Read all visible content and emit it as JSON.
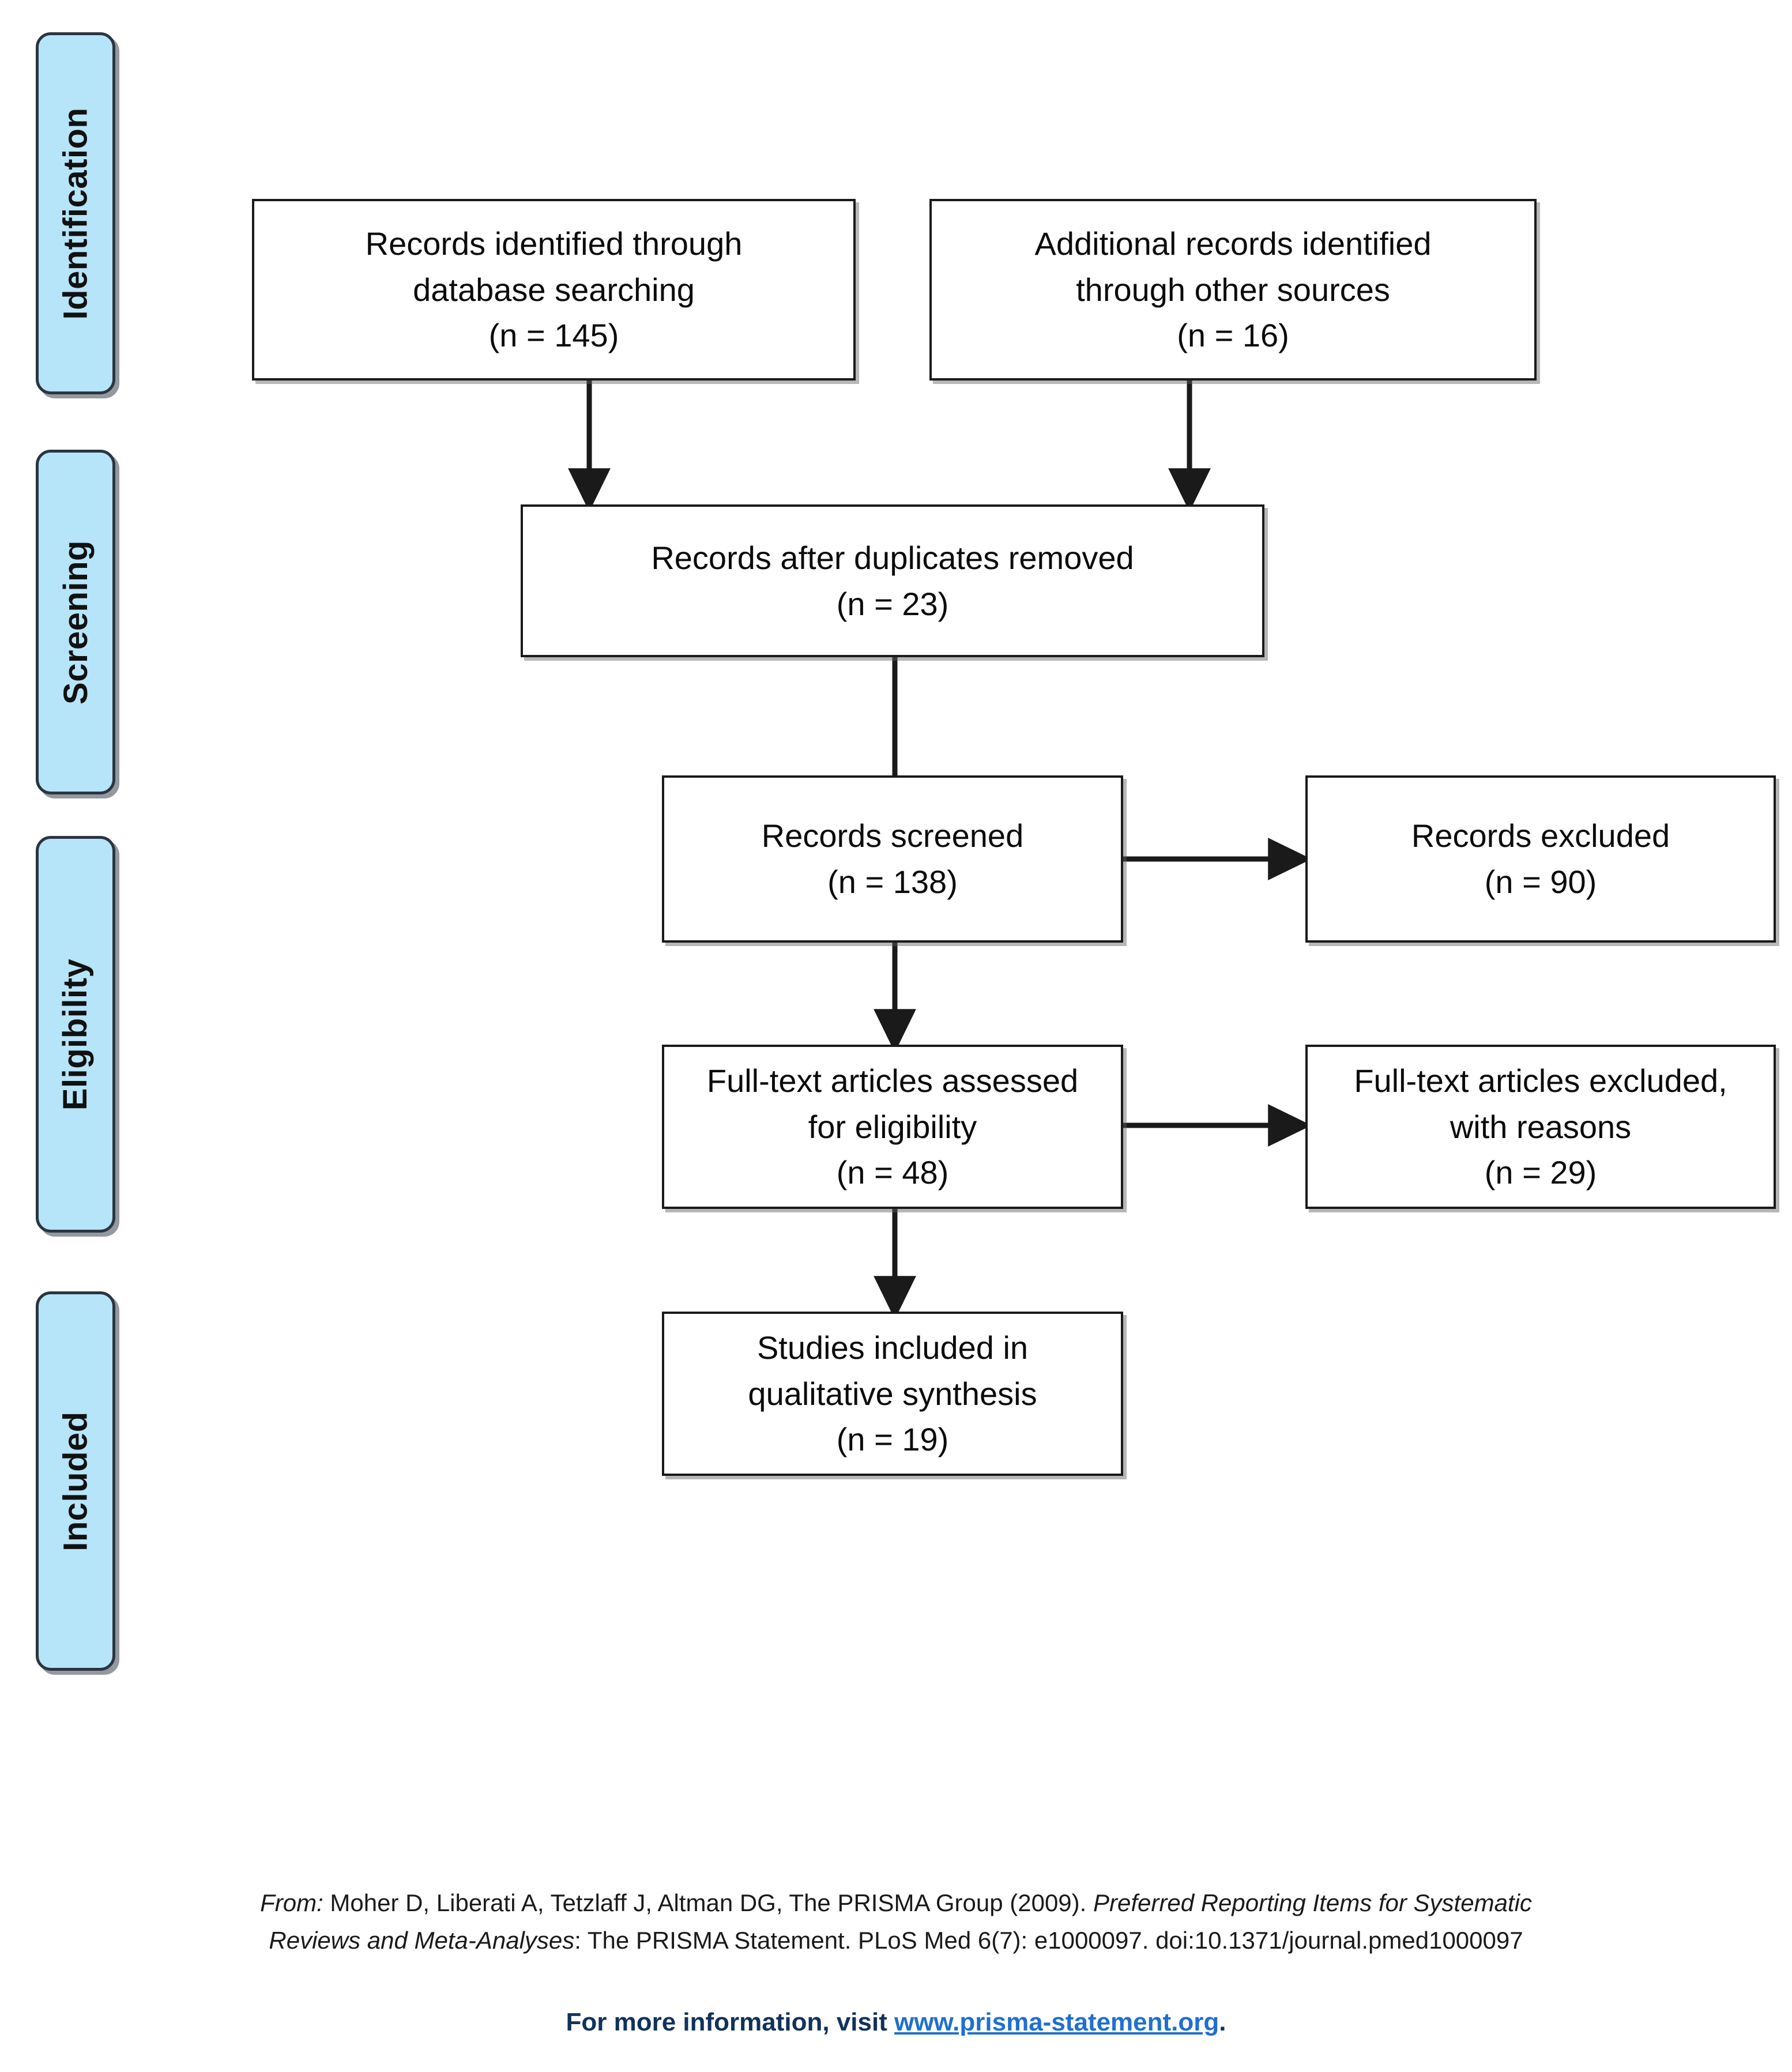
{
  "diagram": {
    "type": "prisma-flow-diagram",
    "stages": [
      {
        "id": "identification",
        "label": "Identification"
      },
      {
        "id": "screening",
        "label": "Screening"
      },
      {
        "id": "eligibility",
        "label": "Eligibility"
      },
      {
        "id": "included",
        "label": "Included"
      }
    ],
    "boxes": [
      {
        "id": "records-database",
        "lines": [
          "Records identified through",
          "database searching",
          "(n = 145)"
        ]
      },
      {
        "id": "records-other-sources",
        "lines": [
          "Additional records identified",
          "through other sources",
          "(n = 16)"
        ]
      },
      {
        "id": "records-duplicates-removed",
        "lines": [
          "Records after duplicates removed",
          "(n = 23)"
        ]
      },
      {
        "id": "records-screened",
        "lines": [
          "Records screened",
          "(n = 138)"
        ]
      },
      {
        "id": "records-excluded",
        "lines": [
          "Records excluded",
          "(n = 90)"
        ]
      },
      {
        "id": "fulltext-assessed",
        "lines": [
          "Full-text articles assessed",
          "for eligibility",
          "(n = 48)"
        ]
      },
      {
        "id": "fulltext-excluded",
        "lines": [
          "Full-text articles excluded,",
          "with reasons",
          "(n = 29)"
        ]
      },
      {
        "id": "studies-qualitative",
        "lines": [
          "Studies included in",
          "qualitative synthesis",
          "(n = 19)"
        ]
      }
    ],
    "counts": {
      "database_searching": 145,
      "other_sources": 16,
      "after_duplicates_removed": 23,
      "screened": 138,
      "excluded": 90,
      "fulltext_assessed": 48,
      "fulltext_excluded": 29,
      "included_qualitative": 19
    }
  },
  "footer": {
    "citation_prefix": "From:",
    "citation_line1_plain_a": "  Moher D, Liberati A, Tetzlaff J, Altman DG, The PRISMA Group (2009). ",
    "citation_line1_italic": "Preferred Reporting Items for Systematic",
    "citation_line2_italic": "Reviews and Meta-Analyses",
    "citation_line2_plain": ": The PRISMA Statement. PLoS Med 6(7): e1000097. doi:10.1371/journal.pmed1000097",
    "more_info_text": "For more information, visit ",
    "more_info_url": "www.prisma-statement.org",
    "more_info_suffix": "."
  },
  "colors": {
    "stage_fill": "#b6e4f9",
    "stage_border": "#2b3540",
    "box_border": "#1a1a1a",
    "box_fill": "#ffffff",
    "connector": "#1a1a1a",
    "footer_text": "#10325c",
    "footer_link": "#1f6fd0"
  }
}
